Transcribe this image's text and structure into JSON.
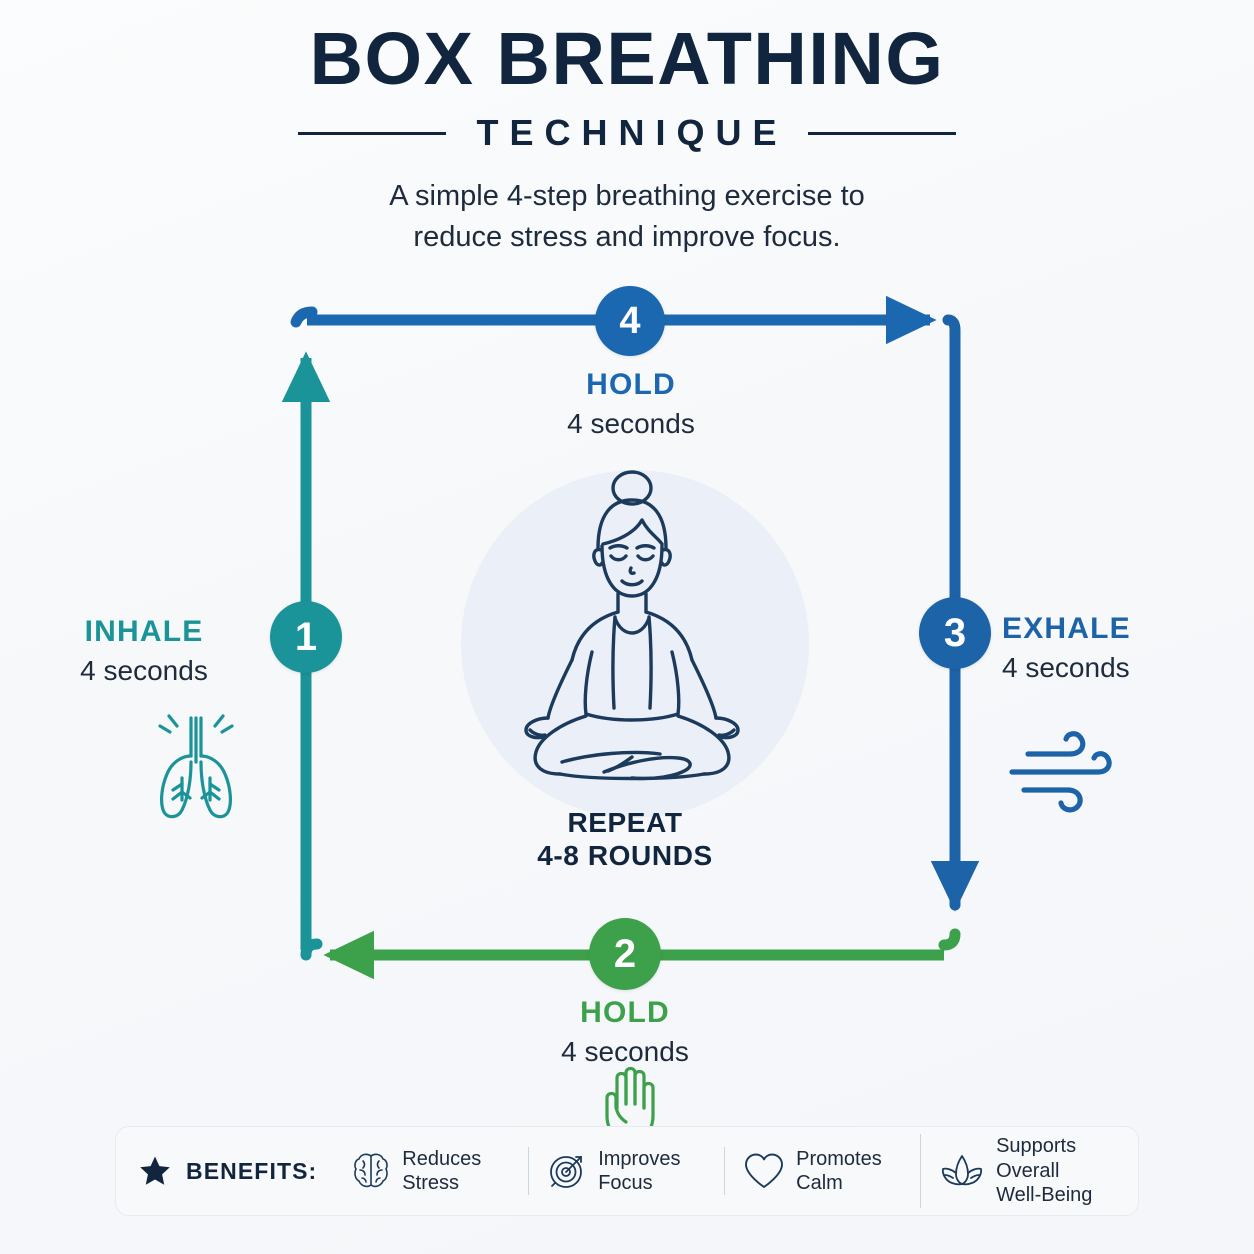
{
  "header": {
    "title": "BOX BREATHING",
    "subtitle": "TECHNIQUE",
    "tagline_line1": "A simple 4-step breathing exercise to",
    "tagline_line2": "reduce stress and improve focus."
  },
  "colors": {
    "inhale": "#1a9399",
    "hold_bottom": "#3da04a",
    "exhale": "#1d63a8",
    "hold_top": "#1c68b0",
    "ink": "#12253f",
    "background": "#f6f8fa"
  },
  "steps": [
    {
      "number": "1",
      "title": "INHALE",
      "duration": "4 seconds",
      "color": "#1a9399",
      "icon": "lungs-icon",
      "position": "left"
    },
    {
      "number": "2",
      "title": "HOLD",
      "duration": "4 seconds",
      "color": "#3da04a",
      "icon": "hand-icon",
      "position": "bottom"
    },
    {
      "number": "3",
      "title": "EXHALE",
      "duration": "4 seconds",
      "color": "#1d63a8",
      "icon": "wind-icon",
      "position": "right"
    },
    {
      "number": "4",
      "title": "HOLD",
      "duration": "4 seconds",
      "color": "#1c68b0",
      "icon": "none",
      "position": "top"
    }
  ],
  "center": {
    "repeat_label": "REPEAT",
    "repeat_rounds": "4-8 ROUNDS",
    "figure": "meditating-person-illustration"
  },
  "benefits": {
    "label": "BENEFITS:",
    "star_icon": "star-icon",
    "items": [
      {
        "icon": "brain-icon",
        "line1": "Reduces",
        "line2": "Stress"
      },
      {
        "icon": "target-icon",
        "line1": "Improves",
        "line2": "Focus"
      },
      {
        "icon": "heart-icon",
        "line1": "Promotes",
        "line2": "Calm"
      },
      {
        "icon": "lotus-icon",
        "line1": "Supports Overall",
        "line2": "Well-Being"
      }
    ]
  }
}
